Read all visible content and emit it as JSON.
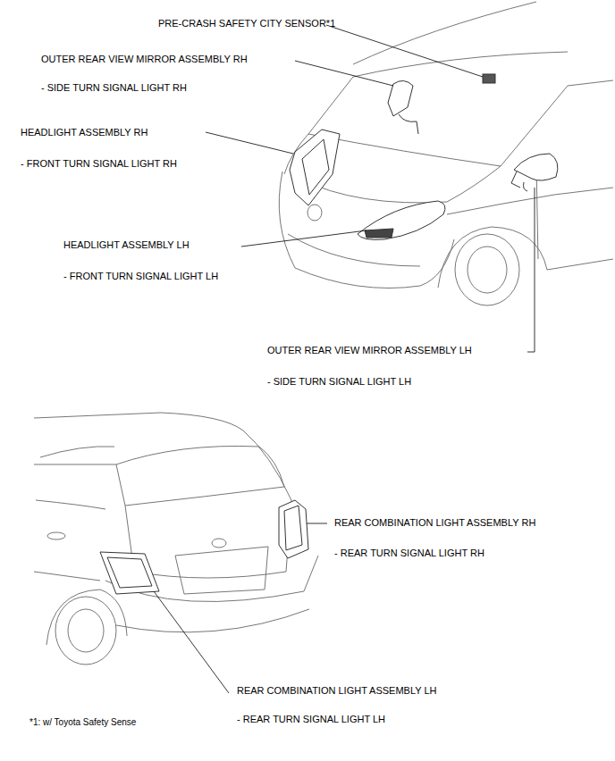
{
  "diagram": {
    "labels": [
      "PRE-CRASH SAFETY CITY SENSOR*1",
      "OUTER REAR VIEW MIRROR ASSEMBLY RH",
      "- SIDE TURN SIGNAL LIGHT RH",
      "HEADLIGHT ASSEMBLY RH",
      "- FRONT TURN SIGNAL LIGHT RH",
      "HEADLIGHT ASSEMBLY LH",
      "- FRONT TURN SIGNAL LIGHT LH",
      "OUTER REAR VIEW MIRROR ASSEMBLY LH",
      "- SIDE TURN SIGNAL LIGHT LH",
      "REAR COMBINATION LIGHT ASSEMBLY RH",
      "- REAR TURN SIGNAL LIGHT RH",
      "REAR COMBINATION LIGHT ASSEMBLY LH",
      "- REAR TURN SIGNAL LIGHT LH",
      "*1: w/ Toyota Safety Sense"
    ]
  }
}
